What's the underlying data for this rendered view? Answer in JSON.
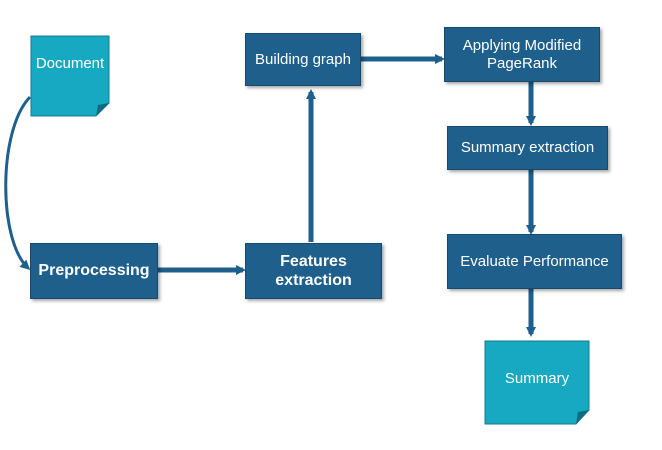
{
  "nodes": {
    "document": "Document",
    "preprocessing": "Preprocessing",
    "features": "Features extraction",
    "graph": "Building graph",
    "pagerank": "Applying Modified\nPageRank",
    "summary_extraction": "Summary extraction",
    "evaluate": "Evaluate Performance",
    "summary": "Summary"
  },
  "colors": {
    "process_fill": "#1f5f8b",
    "document_fill": "#17a8c2",
    "arrow": "#1f5f8b"
  }
}
